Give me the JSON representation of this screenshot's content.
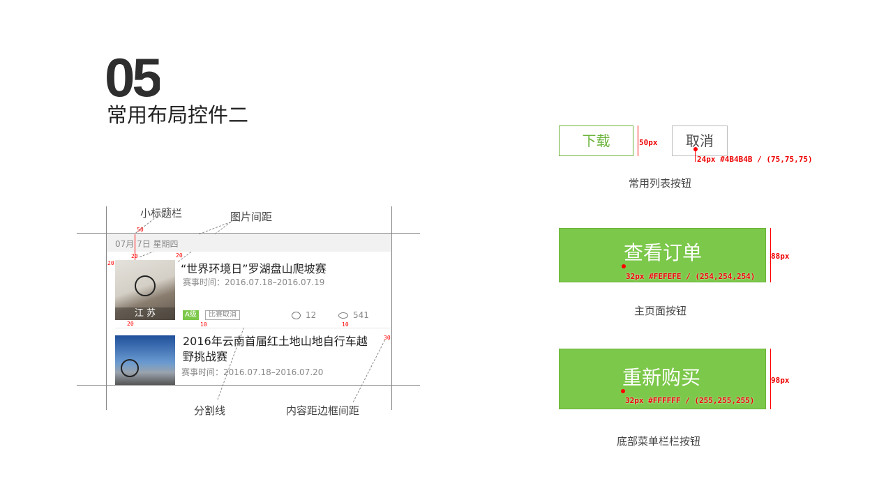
{
  "header": {
    "number": "05",
    "title": "常用布局控件二"
  },
  "list_mock": {
    "annotations": {
      "subtitle_bar": "小标题栏",
      "image_spacing": "图片间距",
      "divider": "分割线",
      "content_padding": "内容距边框间距"
    },
    "measures": {
      "m50": "50",
      "m20a": "20",
      "m20l": "20",
      "m20r": "20",
      "m20b": "20",
      "m10a": "10",
      "m10b": "10",
      "m30": "30"
    },
    "date_header": "07月 7日 星期四",
    "items": [
      {
        "title": "“世界环境日”罗湖盘山爬坡赛",
        "time": "赛事时间：2016.07.18–2016.07.19",
        "image_caption": "江 苏",
        "level_tag": "A级",
        "status_tag": "比赛取消",
        "comments": "12",
        "views": "541"
      },
      {
        "title_line1": "2016年云南首届红土地山地自行车越",
        "title_line2": "野挑战赛",
        "time": "赛事时间：2016.07.18–2016.07.20"
      }
    ]
  },
  "buttons": {
    "download": "下载",
    "cancel": "取消",
    "height_list": "50px",
    "cancel_spec": "24px #4B4B4B / (75,75,75)",
    "list_caption": "常用列表按钮",
    "view_order": "查看订单",
    "height_main": "88px",
    "view_order_spec": "32px #FEFEFE / (254,254,254)",
    "main_caption": "主页面按钮",
    "rebuy": "重新购买",
    "height_bottom": "98px",
    "rebuy_spec": "32px #FFFFFF / (255,255,255)",
    "bottom_caption": "底部菜单栏栏按钮"
  },
  "colors": {
    "accent_green": "#7cc84a",
    "text_dark": "#4b4b4b",
    "annotation_red": "#ff0000"
  }
}
